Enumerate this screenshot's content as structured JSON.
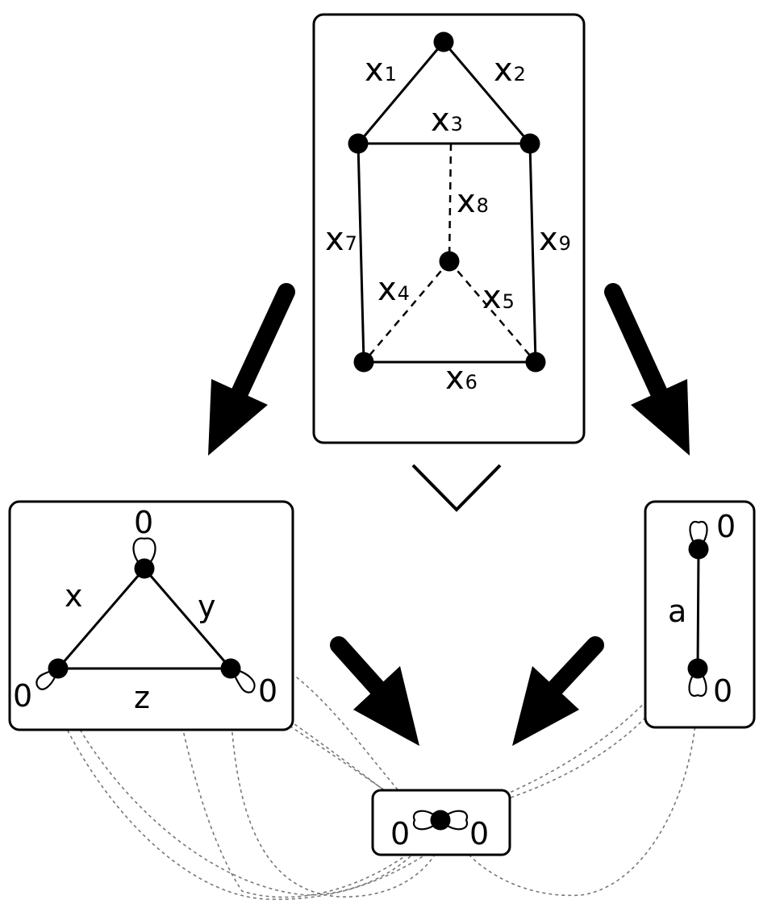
{
  "top_graph": {
    "edge_labels": [
      {
        "base": "x",
        "sub": "1"
      },
      {
        "base": "x",
        "sub": "2"
      },
      {
        "base": "x",
        "sub": "3"
      },
      {
        "base": "x",
        "sub": "4"
      },
      {
        "base": "x",
        "sub": "5"
      },
      {
        "base": "x",
        "sub": "6"
      },
      {
        "base": "x",
        "sub": "7"
      },
      {
        "base": "x",
        "sub": "8"
      },
      {
        "base": "x",
        "sub": "9"
      }
    ]
  },
  "triangle_graph": {
    "edge_labels": [
      "x",
      "y",
      "z"
    ],
    "loop_labels": [
      "0",
      "0",
      "0"
    ]
  },
  "segment_graph": {
    "edge_label": "a",
    "loop_labels": [
      "0",
      "0"
    ]
  },
  "point_graph": {
    "loop_labels": [
      "0",
      "0"
    ]
  }
}
